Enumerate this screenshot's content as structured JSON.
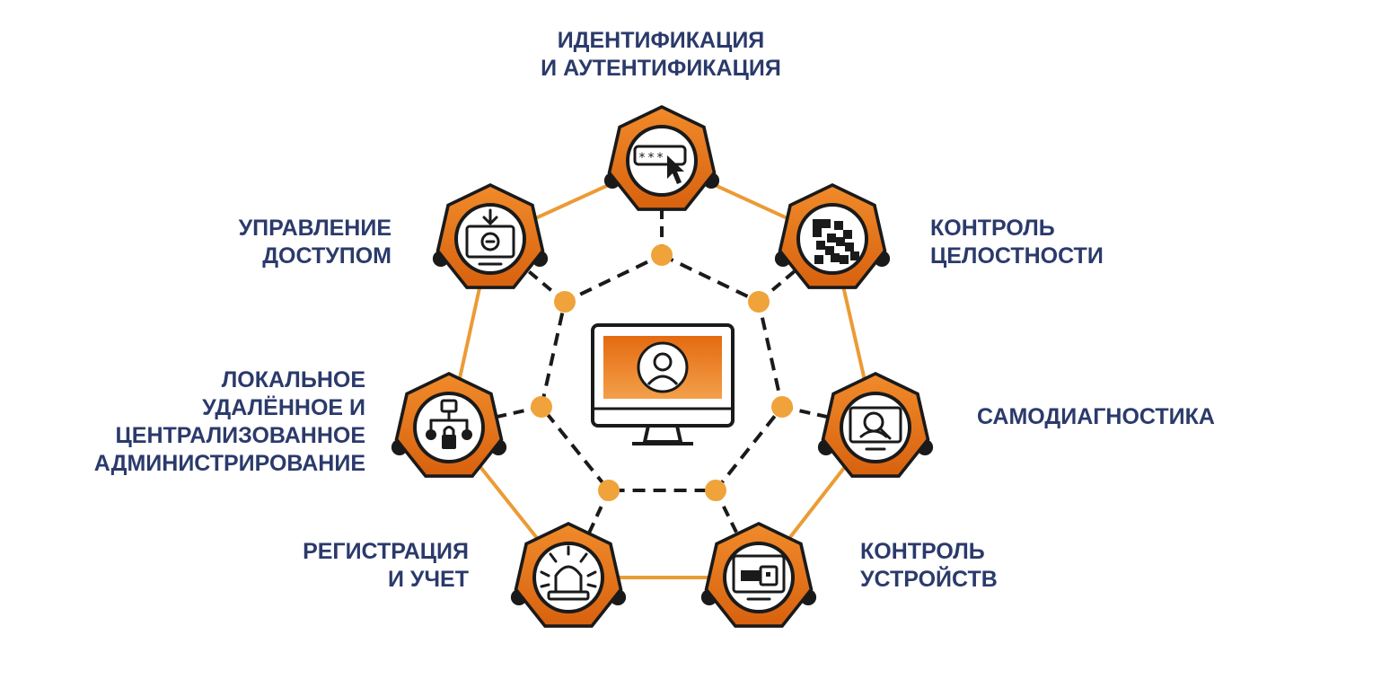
{
  "colors": {
    "accent": "#e8791c",
    "accent_dark": "#c85e0f",
    "ring": "#eb9b35",
    "dot": "#efa33a",
    "outline": "#1a1a1a",
    "text": "#2b3a6b"
  },
  "center": {
    "icon": "monitor-user-icon"
  },
  "nodes": [
    {
      "id": "identification",
      "icon": "password-pointer-icon",
      "lines": [
        "ИДЕНТИФИКАЦИЯ",
        "И АУТЕНТИФИКАЦИЯ"
      ]
    },
    {
      "id": "integrity",
      "icon": "qr-code-icon",
      "lines": [
        "КОНТРОЛЬ",
        "ЦЕЛОСТНОСТИ"
      ]
    },
    {
      "id": "self-diagnostics",
      "icon": "monitor-magnifier-icon",
      "lines": [
        "САМОДИАГНОСТИКА"
      ]
    },
    {
      "id": "device-control",
      "icon": "usb-monitor-icon",
      "lines": [
        "КОНТРОЛЬ",
        "УСТРОЙСТВ"
      ]
    },
    {
      "id": "registration",
      "icon": "alarm-beacon-icon",
      "lines": [
        "РЕГИСТРАЦИЯ",
        "И УЧЕТ"
      ]
    },
    {
      "id": "administration",
      "icon": "network-lock-icon",
      "lines": [
        "ЛОКАЛЬНОЕ",
        "УДАЛЁННОЕ И",
        "ЦЕНТРАЛИЗОВАННОЕ",
        "АДМИНИСТРИРОВАНИЕ"
      ]
    },
    {
      "id": "access-control",
      "icon": "monitor-download-icon",
      "lines": [
        "УПРАВЛЕНИЕ",
        "ДОСТУПОМ"
      ]
    }
  ]
}
